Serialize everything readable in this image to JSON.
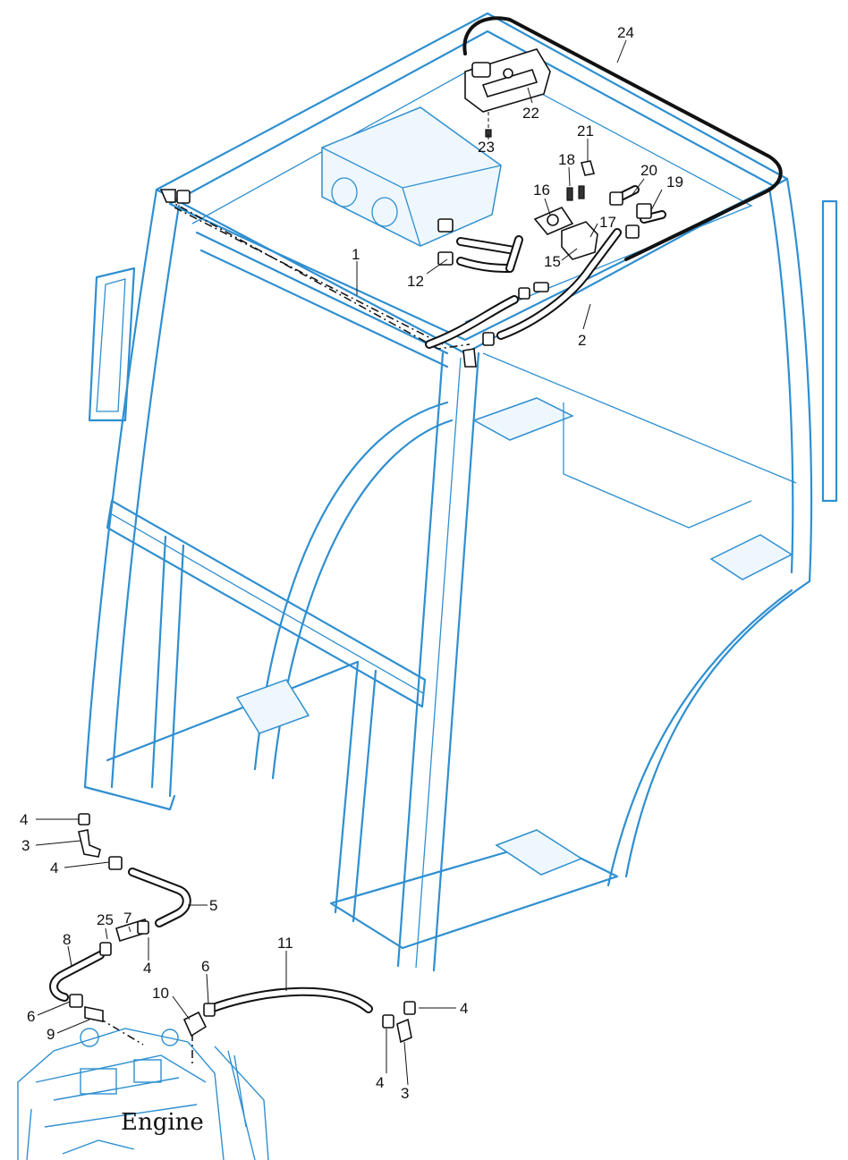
{
  "labels": {
    "n1": "1",
    "n2": "2",
    "n3a": "3",
    "n3b": "3",
    "n4a": "4",
    "n4b": "4",
    "n4c": "4",
    "n4d": "4",
    "n4e": "4",
    "n5": "5",
    "n6a": "6",
    "n6b": "6",
    "n7": "7",
    "n8": "8",
    "n9": "9",
    "n10": "10",
    "n11": "11",
    "n12": "12",
    "n15": "15",
    "n16": "16",
    "n17": "17",
    "n18": "18",
    "n19": "19",
    "n20": "20",
    "n21": "21",
    "n22": "22",
    "n23": "23",
    "n24": "24",
    "n25": "25"
  },
  "engine_label": "Engine",
  "colors": {
    "frame": "#2f8fd0",
    "hose": "#111111",
    "background": "#ffffff"
  }
}
